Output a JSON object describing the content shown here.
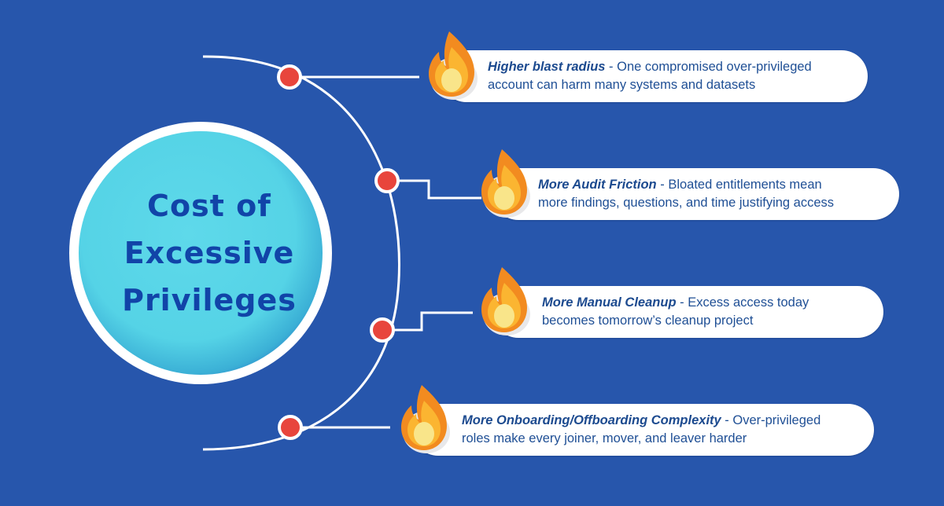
{
  "title": {
    "line1": "Cost of",
    "line2": "Excessive",
    "line3": "Privileges"
  },
  "items": [
    {
      "heading": "Higher blast radius",
      "sep": " - ",
      "line1_rest": "One compromised over-privileged",
      "line2": "account can harm many systems and datasets"
    },
    {
      "heading": "More Audit Friction",
      "sep": " - ",
      "line1_rest": "Bloated entitlements mean",
      "line2": "more findings, questions, and time justifying access"
    },
    {
      "heading": "More Manual Cleanup",
      "sep": " - ",
      "line1_rest": "Excess access today",
      "line2": "becomes tomorrow’s cleanup project"
    },
    {
      "heading": "More Onboarding/Offboarding Complexity",
      "sep": " - ",
      "line1_rest": "Over-privileged",
      "line2": "roles make every joiner, mover, and leaver harder"
    }
  ],
  "colors": {
    "background": "#2756ac",
    "title_text": "#1144a8",
    "dot": "#e8453c",
    "body_text": "#1f4f95"
  },
  "icons": [
    "fire-icon",
    "fire-icon",
    "fire-icon",
    "fire-icon"
  ]
}
